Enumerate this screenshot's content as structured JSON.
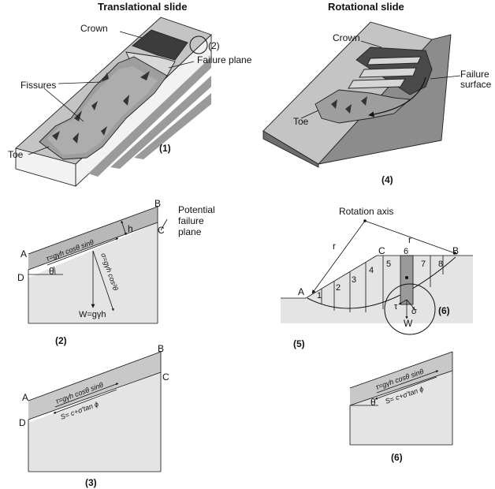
{
  "titles": {
    "translational": "Translational slide",
    "rotational": "Rotational slide"
  },
  "panel1": {
    "crown": "Crown",
    "circle_ref": "(2)",
    "failure_plane": "Failure plane",
    "fissures": "Fissures",
    "toe": "Toe",
    "number": "(1)"
  },
  "panel4": {
    "crown": "Crown",
    "failure_surface_1": "Failure",
    "failure_surface_2": "surface",
    "toe": "Toe",
    "number": "(4)"
  },
  "panel2": {
    "B": "B",
    "C": "C",
    "A": "A",
    "D": "D",
    "h": "h",
    "theta": "θ",
    "potential_1": "Potential",
    "potential_2": "failure",
    "potential_3": "plane",
    "tau_eq": "τ=gγh cosθ sinθ",
    "sigma_eq": "σ=gγh cos²θ",
    "weight_eq": "W=gγh",
    "number": "(2)"
  },
  "panel5": {
    "rotation_axis": "Rotation axis",
    "r_left": "r",
    "r_right": "r",
    "A": "A",
    "B": "B",
    "C": "C",
    "slices": [
      "1",
      "2",
      "3",
      "4",
      "5",
      "6",
      "7",
      "8"
    ],
    "tau": "τ",
    "sigma": "σ",
    "W": "W",
    "circle_ref": "(6)",
    "number": "(5)"
  },
  "panel3": {
    "B": "B",
    "C": "C",
    "A": "A",
    "D": "D",
    "tau_eq": "τ=gγh cosθ sinθ",
    "strength_eq": "S= c+σ′tan ϕ",
    "number": "(3)"
  },
  "panel6": {
    "tau_eq": "τ=gγh cosθ sinθ",
    "strength_eq": "S= c+σ′tan ϕ",
    "theta": "θ",
    "number": "(6)"
  },
  "colors": {
    "light_fill": "#e3e3e3",
    "mid_fill": "#bdbdbd",
    "side_fill": "#8c8c8c",
    "dark_fill": "#4a4a4a"
  }
}
